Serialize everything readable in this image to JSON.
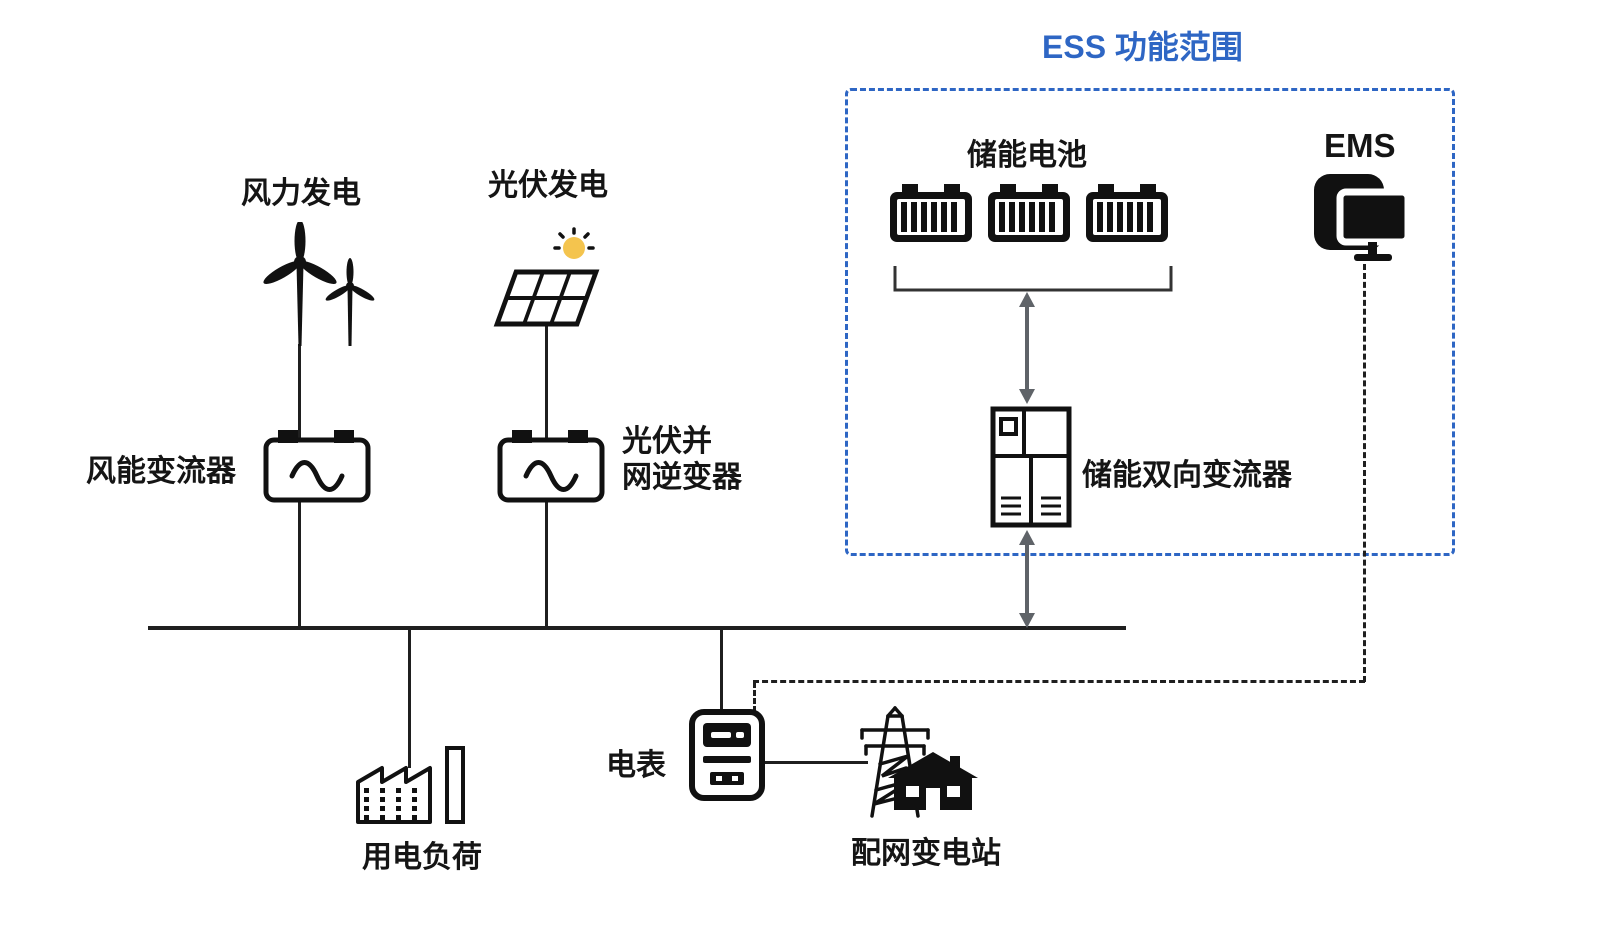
{
  "ess": {
    "title": "ESS 功能范围"
  },
  "labels": {
    "wind_power": "风力发电",
    "pv_power": "光伏发电",
    "wind_converter": "风能变流器",
    "pv_inverter_l1": "光伏并",
    "pv_inverter_l2": "网逆变器",
    "storage_battery": "储能电池",
    "ems": "EMS",
    "pcs": "储能双向变流器",
    "meter": "电表",
    "load": "用电负荷",
    "substation": "配网变电站"
  },
  "colors": {
    "accent-blue": "#2e66c4",
    "sun-yellow": "#f4c44e",
    "line-black": "#1f1f1f",
    "arrow-gray": "#5f6368"
  },
  "icons": {
    "wind-turbine-icon": "wind turbines",
    "solar-panel-icon": "solar panel with sun",
    "wind-converter-icon": "converter box with sine wave",
    "pv-inverter-icon": "converter box with sine wave",
    "battery-icon": "storage battery module",
    "ems-icon": "computer monitor app",
    "pcs-cabinet-icon": "bidirectional converter cabinet",
    "meter-icon": "electric meter",
    "factory-icon": "factory load building",
    "transmission-tower-icon": "transmission tower",
    "substation-house-icon": "substation house"
  }
}
